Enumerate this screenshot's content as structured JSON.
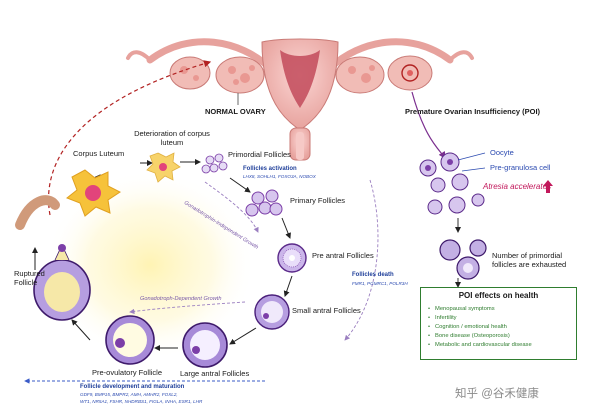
{
  "labels": {
    "normal_ovary": "NORMAL OVARY",
    "poi_title": "Premature Ovarian Insufficiency (POI)",
    "oocyte": "Oocyte",
    "pregranulosa": "Pre-granulosa cell",
    "atresia": "Atresia accelerates",
    "exhausted": "Number of primordial follicles are exhausted",
    "corpus_luteum": "Corpus Luteum",
    "deterioration": "Deterioration of corpus luteum",
    "primordial": "Primordial Follicles",
    "follicles_activation": "Follicles activation",
    "activation_genes": "LHX8, SOHLH1, FOXO3A, NOBOX",
    "primary": "Primary Follicles",
    "gonado_independent": "Gonadotrophin-Independent Growth",
    "pre_antral": "Pre antral Follicles",
    "follicles_death": "Follicles death",
    "death_genes": "FMR1, PGMRC1, POLR3H",
    "small_antral": "Small antral Follicles",
    "gonado_dependent": "Gonadotroph-Dependent Growth",
    "ruptured": "Ruptured Follicle",
    "pre_ovulatory": "Pre-ovulatory Follicle",
    "large_antral": "Large antral Follicles",
    "dev_title": "Follicle development and maturation",
    "dev_genes_1": "GDF9, BMP15, BMPR2, AMH, AMHR2, FOXL2,",
    "dev_genes_2": "WT1, NR5A1, FSHR, NHDRBS1, FIGLA, INHA, ESR1, LHR"
  },
  "poi_effects": {
    "title": "POI effects on health",
    "items": [
      "Menopausal symptoms",
      "Infertility",
      "Cognition / emotional health",
      "Bone disease (Osteoporosis)",
      "Metabolic and cardiovascular disease"
    ]
  },
  "watermark": "知乎 @谷禾健康",
  "colors": {
    "uterus_pink": "#e9a6a6",
    "ovary_pink": "#f0b7b3",
    "follicle_purple": "#7c3fa8",
    "follicle_light": "#d7c6ee",
    "red_dashed": "#b22222",
    "atresia_red": "#c2185b",
    "green": "#2f7d2f",
    "blue_text": "#1f3f9a"
  }
}
